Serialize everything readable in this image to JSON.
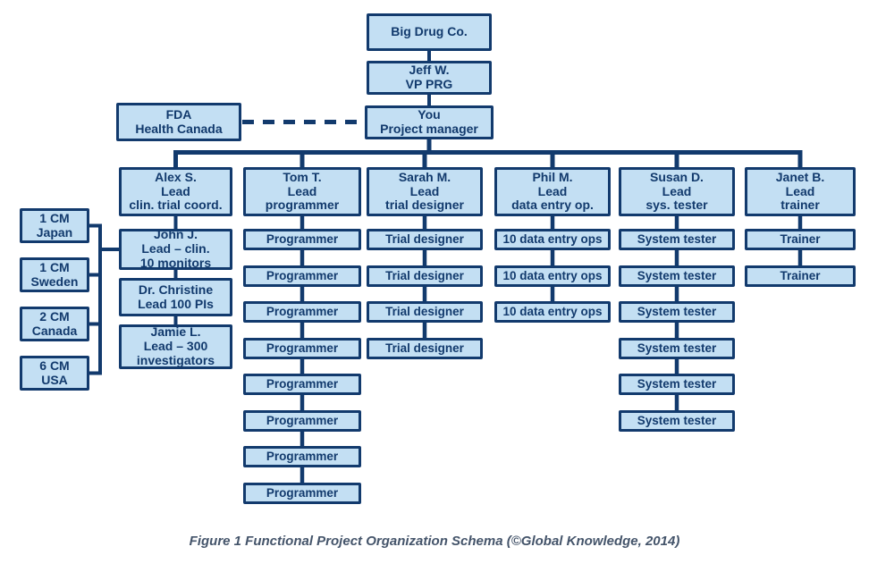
{
  "diagram": {
    "caption": "Figure 1 Functional Project Organization Schema (©Global Knowledge, 2014)",
    "colors": {
      "box_fill": "#c3dff3",
      "box_border": "#123a6d",
      "text": "#123a6d",
      "line": "#123a6d",
      "caption_text": "#44546a"
    },
    "nodes": {
      "big_drug": {
        "lines": [
          "Big Drug Co."
        ]
      },
      "vp": {
        "lines": [
          "Jeff W.",
          "VP PRG"
        ]
      },
      "pm": {
        "lines": [
          "You",
          "Project manager"
        ]
      },
      "fda": {
        "lines": [
          "FDA",
          "Health Canada"
        ]
      },
      "lead_clinical": {
        "lines": [
          "Alex S.",
          "Lead",
          "clin. trial coord."
        ]
      },
      "lead_programmer": {
        "lines": [
          "Tom T.",
          "Lead",
          "programmer"
        ]
      },
      "lead_designer": {
        "lines": [
          "Sarah M.",
          "Lead",
          "trial designer"
        ]
      },
      "lead_data_entry": {
        "lines": [
          "Phil M.",
          "Lead",
          "data entry op."
        ]
      },
      "lead_tester": {
        "lines": [
          "Susan D.",
          "Lead",
          "sys. tester"
        ]
      },
      "lead_trainer": {
        "lines": [
          "Janet B.",
          "Lead",
          "trainer"
        ]
      },
      "john": {
        "lines": [
          "John J.",
          "Lead – clin.",
          "10 monitors"
        ]
      },
      "christine": {
        "lines": [
          "Dr. Christine",
          "Lead 100 PIs"
        ]
      },
      "jamie": {
        "lines": [
          "Jamie L.",
          "Lead – 300",
          "investigators"
        ]
      },
      "cm_japan": {
        "lines": [
          "1 CM",
          "Japan"
        ]
      },
      "cm_sweden": {
        "lines": [
          "1 CM",
          "Sweden"
        ]
      },
      "cm_canada": {
        "lines": [
          "2 CM",
          "Canada"
        ]
      },
      "cm_usa": {
        "lines": [
          "6 CM",
          "USA"
        ]
      }
    },
    "repeat_columns": [
      {
        "id": "programmer",
        "label": "Programmer",
        "count": 8
      },
      {
        "id": "trial_designer",
        "label": "Trial designer",
        "count": 4
      },
      {
        "id": "data_entry",
        "label": "10 data entry ops",
        "count": 3
      },
      {
        "id": "system_tester",
        "label": "System tester",
        "count": 6
      },
      {
        "id": "trainer",
        "label": "Trainer",
        "count": 2
      }
    ]
  }
}
